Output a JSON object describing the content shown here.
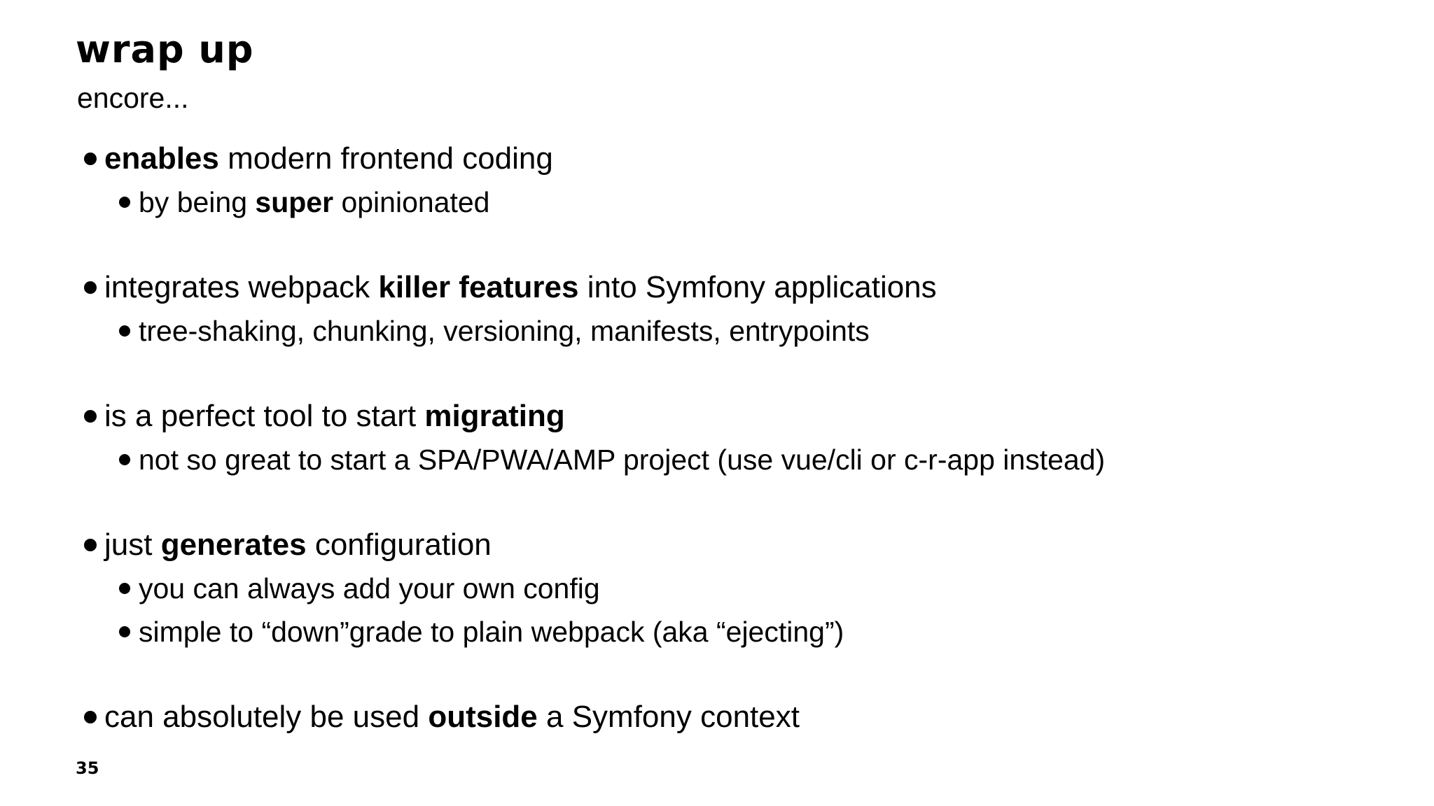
{
  "slide": {
    "title": "wrap up",
    "subtitle": "encore...",
    "page_number": "35",
    "colors": {
      "background": "#ffffff",
      "text": "#000000",
      "bullet_dot": "#000000"
    },
    "bullets": [
      {
        "segments": [
          {
            "text": "enables",
            "bold": true
          },
          {
            "text": " modern frontend coding",
            "bold": false
          }
        ],
        "children": [
          {
            "segments": [
              {
                "text": "by being ",
                "bold": false
              },
              {
                "text": "super",
                "bold": true
              },
              {
                "text": " opinionated",
                "bold": false
              }
            ]
          }
        ]
      },
      {
        "segments": [
          {
            "text": "integrates webpack ",
            "bold": false
          },
          {
            "text": "killer features",
            "bold": true
          },
          {
            "text": " into Symfony applications",
            "bold": false
          }
        ],
        "children": [
          {
            "segments": [
              {
                "text": "tree-shaking, chunking, versioning, manifests, entrypoints",
                "bold": false
              }
            ]
          }
        ]
      },
      {
        "segments": [
          {
            "text": "is a perfect tool to start ",
            "bold": false
          },
          {
            "text": "migrating",
            "bold": true
          }
        ],
        "children": [
          {
            "segments": [
              {
                "text": "not so great to start a SPA/PWA/AMP project (use vue/cli or c-r-app instead)",
                "bold": false
              }
            ]
          }
        ]
      },
      {
        "segments": [
          {
            "text": "just ",
            "bold": false
          },
          {
            "text": "generates",
            "bold": true
          },
          {
            "text": " configuration",
            "bold": false
          }
        ],
        "children": [
          {
            "segments": [
              {
                "text": "you can always add your own config",
                "bold": false
              }
            ]
          },
          {
            "segments": [
              {
                "text": "simple to “down”grade to plain webpack (aka “ejecting”)",
                "bold": false
              }
            ]
          }
        ]
      },
      {
        "segments": [
          {
            "text": "can absolutely be used ",
            "bold": false
          },
          {
            "text": "outside",
            "bold": true
          },
          {
            "text": " a Symfony context",
            "bold": false
          }
        ],
        "children": []
      }
    ]
  }
}
